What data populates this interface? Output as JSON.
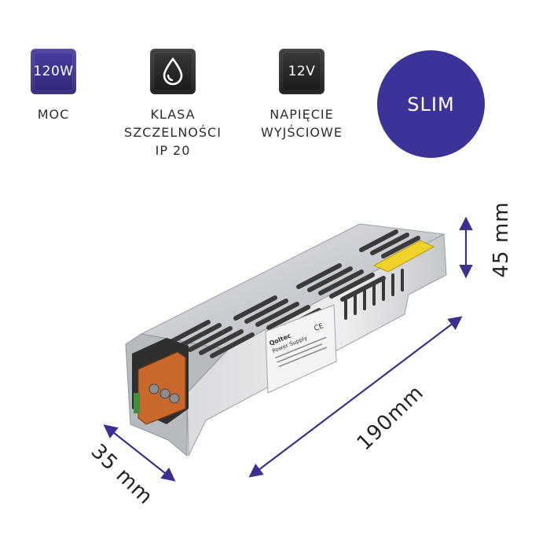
{
  "features": [
    {
      "tile_text": "120W",
      "label_lines": [
        "MOC"
      ],
      "tile_color": "#3b3190"
    },
    {
      "icon": "water-drop-icon",
      "label_lines": [
        "KLASA",
        "SZCZELNOŚCI",
        "IP 20"
      ],
      "tile_color": "#222222"
    },
    {
      "tile_text": "12V",
      "label_lines": [
        "NAPIĘCIE",
        "WYJŚCIOWE"
      ],
      "tile_color": "#222222"
    }
  ],
  "badge": {
    "text": "SLIM",
    "color": "#3c3399"
  },
  "dimensions": {
    "height": "45 mm",
    "length": "190mm",
    "width": "35 mm",
    "arrow_color": "#3b2f8f"
  },
  "product": {
    "brand": "Qoltec",
    "name": "Power Supply",
    "marks": [
      "CE"
    ]
  }
}
